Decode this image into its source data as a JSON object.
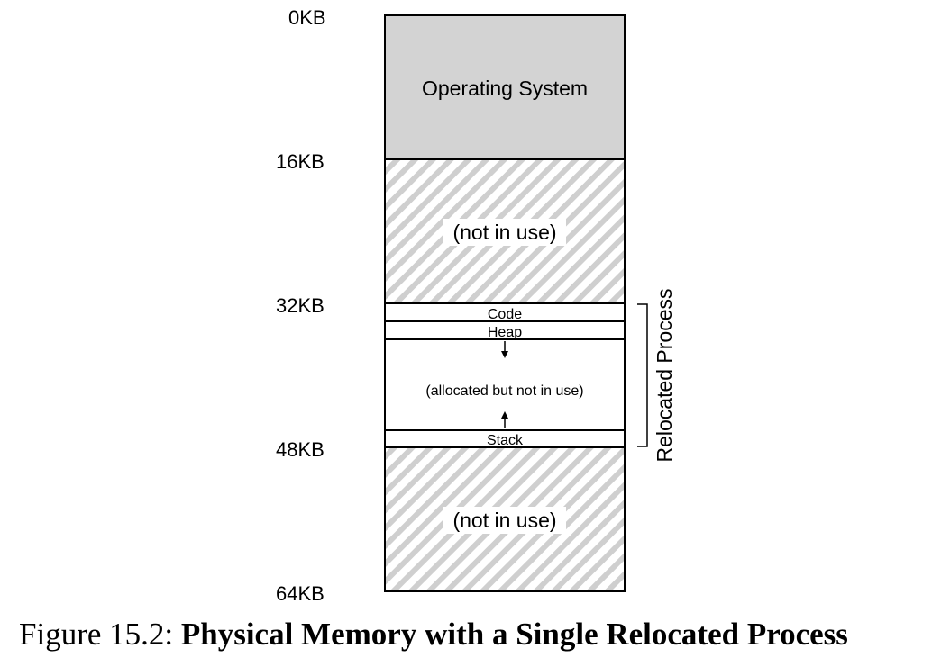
{
  "addresses": [
    "0KB",
    "16KB",
    "32KB",
    "48KB",
    "64KB"
  ],
  "regions": {
    "os": "Operating System",
    "free_top": "(not in use)",
    "code": "Code",
    "heap": "Heap",
    "allocated": "(allocated but not in use)",
    "stack": "Stack",
    "free_bottom": "(not in use)"
  },
  "bracket_label": "Relocated Process",
  "caption": {
    "prefix": "Figure 15.2:",
    "title": "Physical Memory with a Single Relocated Process"
  },
  "colors": {
    "os_fill": "#d3d3d3",
    "hatch": "#cfcfcf",
    "line": "#000000"
  }
}
